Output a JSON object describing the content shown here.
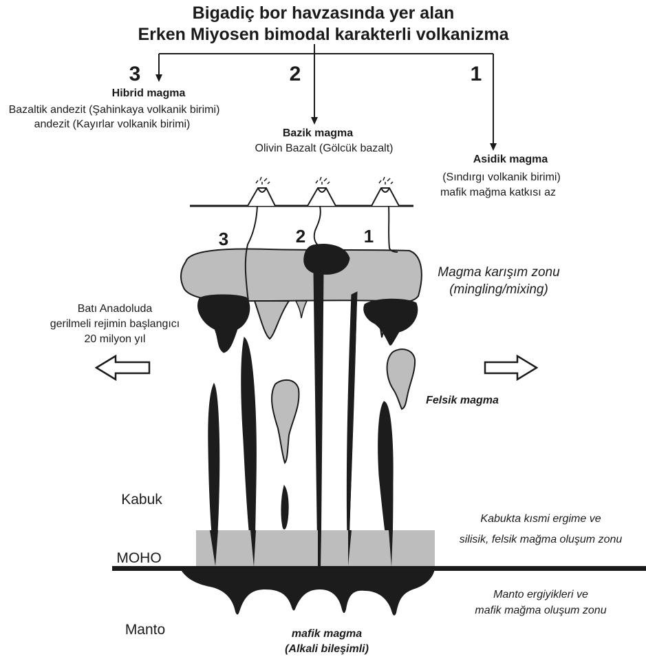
{
  "title": {
    "line1": "Bigadiç bor havzasında yer alan",
    "line2": "Erken Miyosen bimodal karakterli volkanizma"
  },
  "branches": [
    {
      "number": "3",
      "name": "Hibrid magma",
      "line1": "Bazaltik andezit (Şahinkaya volkanik birimi)",
      "line2": "andezit (Kayırlar volkanik birimi)"
    },
    {
      "number": "2",
      "name": "Bazik magma",
      "line1": "Olivin Bazalt (Gölcük bazalt)"
    },
    {
      "number": "1",
      "name": "Asidik magma",
      "line1": "(Sındırgı volkanik birimi)",
      "line2": "mafik mağma katkısı az"
    }
  ],
  "conduit_labels": [
    "3",
    "2",
    "1"
  ],
  "labels": {
    "mixing_zone_1": "Magma karışım zonu",
    "mixing_zone_2": "(mingling/mixing)",
    "extension_1": "Batı Anadoluda",
    "extension_2": "gerilmeli rejimin başlangıcı",
    "extension_3": "20 milyon yıl",
    "felsic": "Felsik magma",
    "crust": "Kabuk",
    "moho": "MOHO",
    "mantle": "Manto",
    "crust_melt_1": "Kabukta kısmi ergime ve",
    "crust_melt_2": "silisik, felsik mağma oluşum zonu",
    "mantle_melt_1": "Manto ergiyikleri ve",
    "mantle_melt_2": "mafik mağma oluşum zonu",
    "mafic_1": "mafik magma",
    "mafic_2": "(Alkali bileşimli)"
  },
  "colors": {
    "mafic": "#1c1c1c",
    "felsic": "#bdbdbd",
    "line": "#1a1a1a"
  }
}
